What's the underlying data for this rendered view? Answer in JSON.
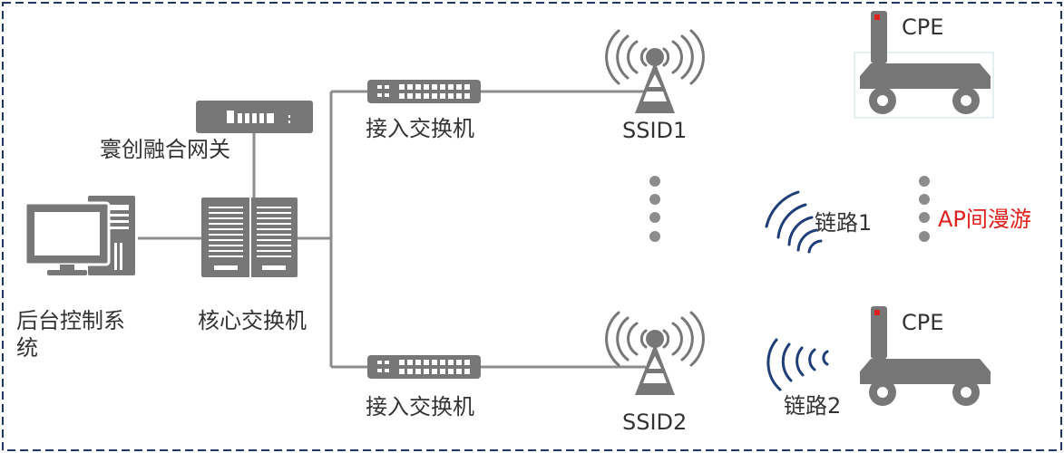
{
  "labels": {
    "backend": "后台控制系统",
    "backend_line1": "后台控制系",
    "backend_line2": "统",
    "gateway": "寰创融合网关",
    "core_switch": "核心交换机",
    "access_switch_1": "接入交换机",
    "access_switch_2": "接入交换机",
    "ssid1": "SSID1",
    "ssid2": "SSID2",
    "cpe_1": "CPE",
    "cpe_2": "CPE",
    "link1": "链路1",
    "link2": "链路2",
    "roaming": "AP间漫游"
  },
  "colors": {
    "frame": "#1f3864",
    "device": "#777777",
    "line": "#8c8c8c",
    "wave": "#1f3e78",
    "accent": "#e0201c"
  },
  "icons": [
    "computer-icon",
    "server-icon",
    "gateway-icon",
    "switch-icon",
    "antenna-tower-icon",
    "agv-cpe-icon",
    "wifi-wave-icon"
  ]
}
